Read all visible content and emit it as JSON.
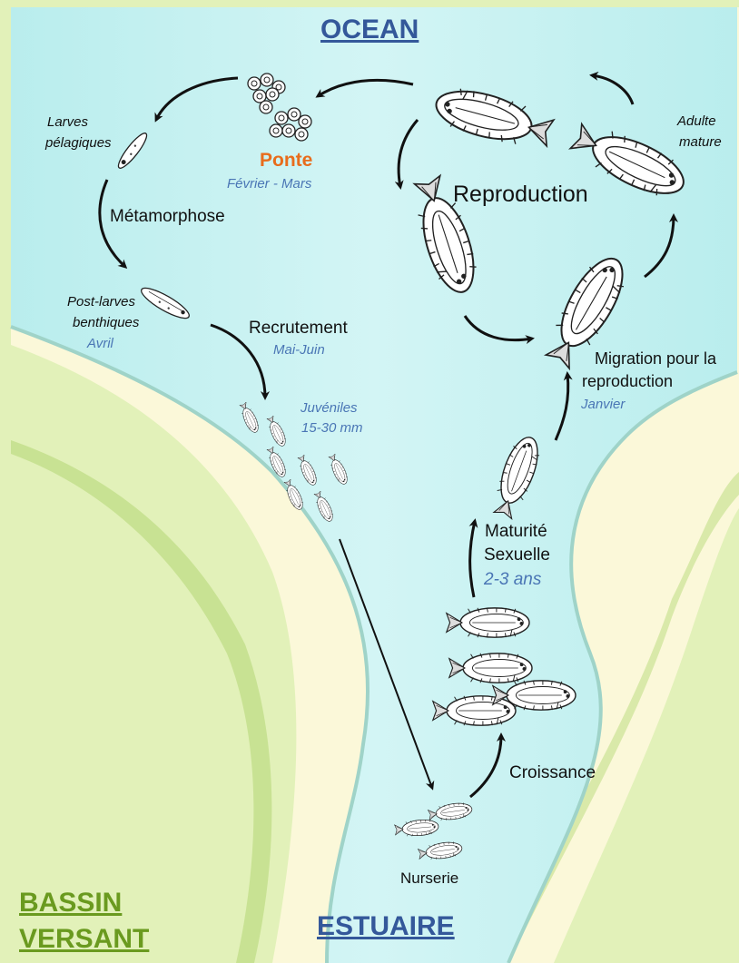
{
  "colors": {
    "ocean": "#c8f1f1",
    "sand": "#fbf8d9",
    "land": "#e2f1b9",
    "land_edge": "#8fbf3a",
    "title_blue": "#34589a",
    "title_green": "#6a9a1f",
    "orange": "#e86c1c",
    "date_blue": "#4a76b5"
  },
  "titles": {
    "ocean": "OCEAN",
    "estuaire": "ESTUAIRE",
    "bassin_1": "BASSIN",
    "bassin_2": "VERSANT"
  },
  "stages": {
    "larves_1": "Larves",
    "larves_2": "pélagiques",
    "metamorphose": "Métamorphose",
    "post_larves_1": "Post-larves",
    "post_larves_2": "benthiques",
    "avril": "Avril",
    "recrutement": "Recrutement",
    "mai_juin": "Mai-Juin",
    "juveniles_1": "Juvéniles",
    "juveniles_2": "15-30 mm",
    "ponte": "Ponte",
    "fevrier_mars": "Février - Mars",
    "reproduction": "Reproduction",
    "adulte_1": "Adulte",
    "adulte_2": "mature",
    "migration_1": "Migration pour la",
    "migration_2": "reproduction",
    "janvier": "Janvier",
    "maturite_1": "Maturité",
    "maturite_2": "Sexuelle",
    "age": "2-3 ans",
    "croissance": "Croissance",
    "nurserie": "Nurserie"
  }
}
